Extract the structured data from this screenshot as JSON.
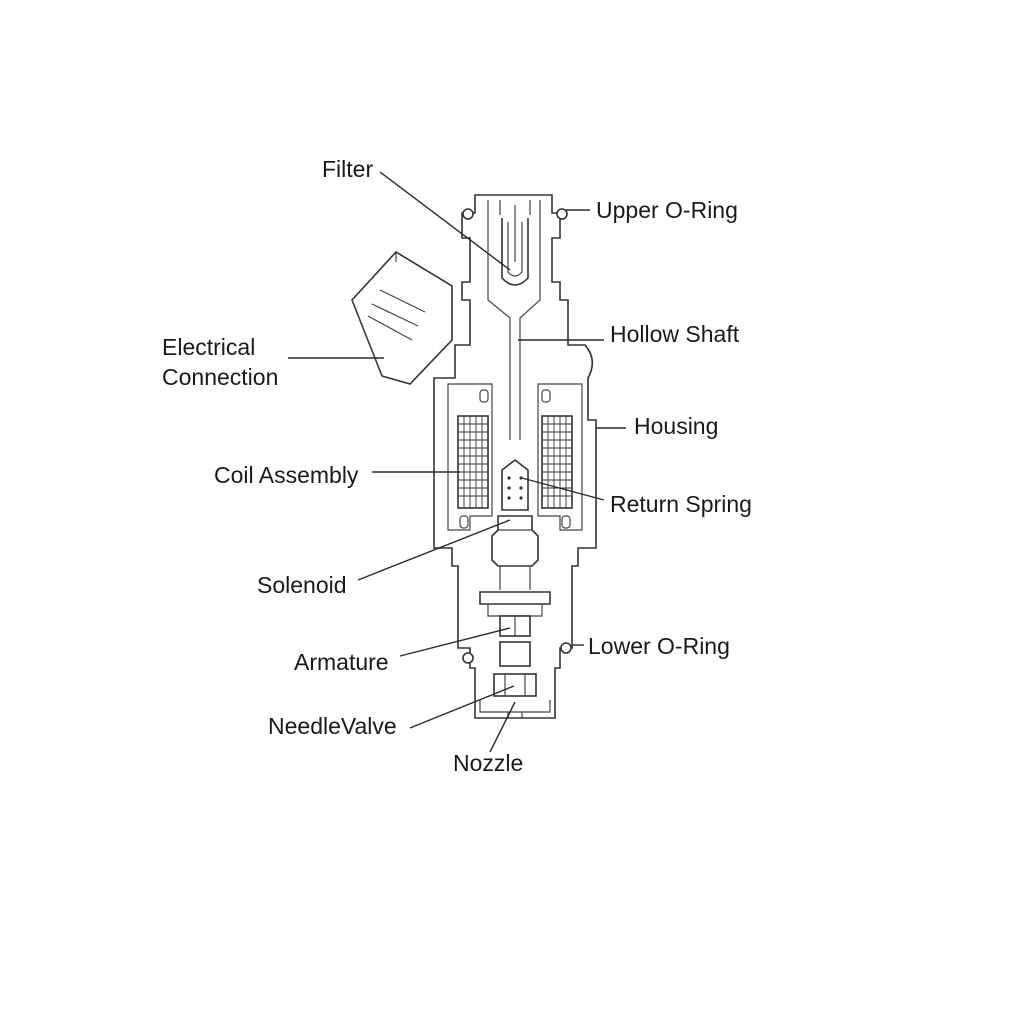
{
  "labels": {
    "filter": "Filter",
    "upper_o_ring": "Upper O-Ring",
    "electrical_connection_line1": "Electrical",
    "electrical_connection_line2": "Connection",
    "hollow_shaft": "Hollow Shaft",
    "housing": "Housing",
    "coil_assembly": "Coil Assembly",
    "return_spring": "Return Spring",
    "solenoid": "Solenoid",
    "lower_o_ring": "Lower O-Ring",
    "armature": "Armature",
    "needle_valve": "NeedleValve",
    "nozzle": "Nozzle"
  },
  "colors": {
    "line": "#2a2a2a",
    "text": "#1a1a1a",
    "background": "#ffffff"
  }
}
